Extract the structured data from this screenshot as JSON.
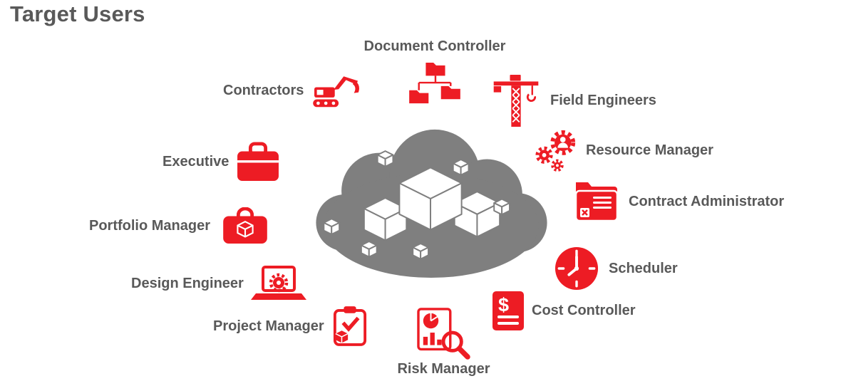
{
  "title": "Target Users",
  "items": {
    "document_controller": {
      "label": "Document Controller",
      "icon": "folder-tree-icon"
    },
    "contractors": {
      "label": "Contractors",
      "icon": "excavator-icon"
    },
    "field_engineers": {
      "label": "Field Engineers",
      "icon": "tower-crane-icon"
    },
    "executive": {
      "label": "Executive",
      "icon": "briefcase-icon"
    },
    "resource_manager": {
      "label": "Resource Manager",
      "icon": "gears-person-icon"
    },
    "portfolio_manager": {
      "label": "Portfolio Manager",
      "icon": "bag-box-icon"
    },
    "contract_administrator": {
      "label": "Contract Administrator",
      "icon": "folder-document-x-icon"
    },
    "design_engineer": {
      "label": "Design Engineer",
      "icon": "laptop-gear-icon"
    },
    "scheduler": {
      "label": "Scheduler",
      "icon": "clock-icon"
    },
    "project_manager": {
      "label": "Project Manager",
      "icon": "clipboard-check-icon"
    },
    "cost_controller": {
      "label": "Cost Controller",
      "icon": "dollar-document-icon",
      "glyph": "$"
    },
    "risk_manager": {
      "label": "Risk Manager",
      "icon": "chart-magnifier-icon"
    }
  },
  "colors": {
    "accent": "#ED1C24",
    "text": "#595959",
    "cloud": "#7F7F7F"
  }
}
